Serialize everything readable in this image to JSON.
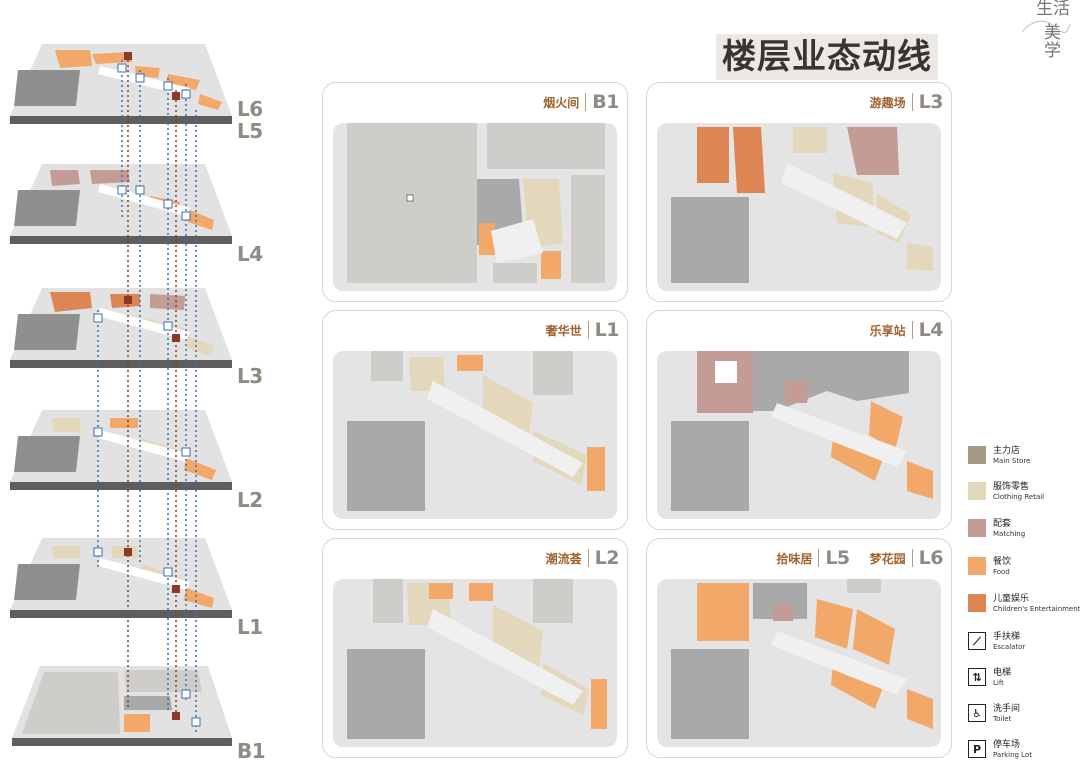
{
  "title": "楼层业态动线",
  "brand": {
    "line1": "生活",
    "line2": "美学"
  },
  "stack_labels": [
    "L6",
    "L5",
    "L4",
    "L3",
    "L2",
    "L1",
    "B1"
  ],
  "cards": [
    {
      "name": "烟火间",
      "code": "B1"
    },
    {
      "name": "游趣场",
      "code": "L3"
    },
    {
      "name": "奢华世",
      "code": "L1"
    },
    {
      "name": "乐享站",
      "code": "L4"
    },
    {
      "name": "潮流荟",
      "code": "L2"
    },
    {
      "name": "拾味居",
      "code": "L5",
      "name2": "梦花园",
      "code2": "L6"
    }
  ],
  "legend": [
    {
      "cn": "主力店",
      "en": "Main Store",
      "color": "#a79a84",
      "kind": "swatch"
    },
    {
      "cn": "服饰零售",
      "en": "Clothing Retail",
      "color": "#e3d7bc",
      "kind": "swatch"
    },
    {
      "cn": "配套",
      "en": "Matching",
      "color": "#c29c95",
      "kind": "swatch"
    },
    {
      "cn": "餐饮",
      "en": "Food",
      "color": "#f2a869",
      "kind": "swatch"
    },
    {
      "cn": "儿童娱乐",
      "en": "Children's Entertainment",
      "color": "#de8554",
      "kind": "swatch"
    },
    {
      "cn": "手扶梯",
      "en": "Escalator",
      "icon": "escalator-icon",
      "glyph": "⟋",
      "kind": "icon"
    },
    {
      "cn": "电梯",
      "en": "Lift",
      "icon": "lift-icon",
      "glyph": "⇅",
      "kind": "icon"
    },
    {
      "cn": "洗手间",
      "en": "Toilet",
      "icon": "toilet-icon",
      "glyph": "♿",
      "kind": "icon"
    },
    {
      "cn": "停车场",
      "en": "Parking Lot",
      "icon": "parking-icon",
      "glyph": "P",
      "kind": "icon"
    }
  ]
}
